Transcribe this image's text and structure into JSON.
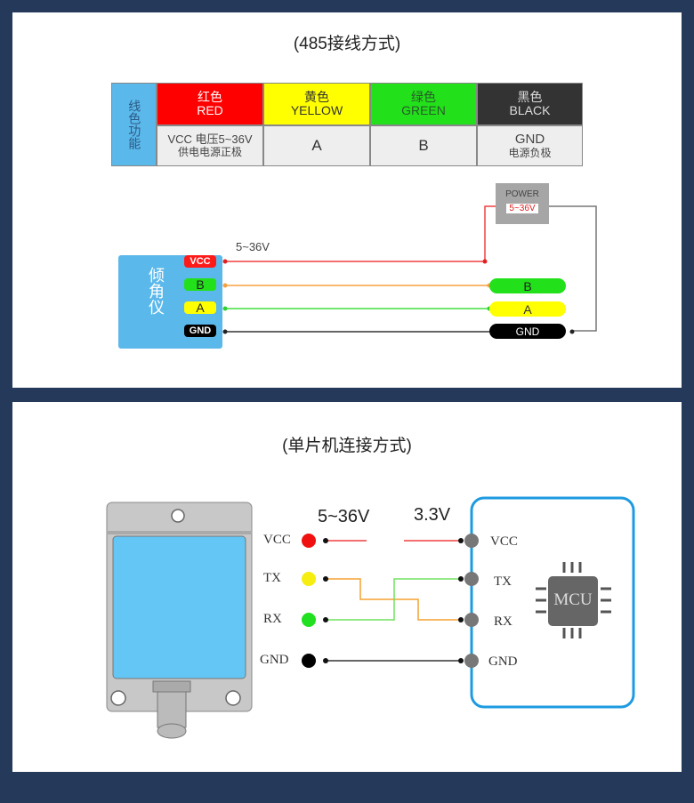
{
  "section1": {
    "title": "(485接线方式)",
    "table": {
      "row_header": "线色功能",
      "columns": [
        {
          "color_cn": "红色",
          "color_en": "RED",
          "func_main": "VCC 电压5~36V",
          "func_sub": "供电电源正极",
          "bg": "#ff0000",
          "fg": "#ffffff"
        },
        {
          "color_cn": "黄色",
          "color_en": "YELLOW",
          "func_main": "A",
          "func_sub": "",
          "bg": "#ffff00",
          "fg": "#333333"
        },
        {
          "color_cn": "绿色",
          "color_en": "GREEN",
          "func_main": "B",
          "func_sub": "",
          "bg": "#22e01a",
          "fg": "#2a5a2a"
        },
        {
          "color_cn": "黑色",
          "color_en": "BLACK",
          "func_main": "GND",
          "func_sub": "电源负极",
          "bg": "#333333",
          "fg": "#dddddd"
        }
      ]
    },
    "device_label": "倾角仪",
    "pins": [
      "VCC",
      "B",
      "A",
      "GND"
    ],
    "voltage_label": "5~36V",
    "power": {
      "label": "POWER",
      "voltage": "5~36V"
    },
    "right_pins": [
      "B",
      "A",
      "GND"
    ]
  },
  "section2": {
    "title": "(单片机连接方式)",
    "sensor_pins": [
      "VCC",
      "TX",
      "RX",
      "GND"
    ],
    "mcu_pins": [
      "VCC",
      "TX",
      "RX",
      "GND"
    ],
    "voltage_left": "5~36V",
    "voltage_right": "3.3V",
    "chip_label": "MCU"
  }
}
